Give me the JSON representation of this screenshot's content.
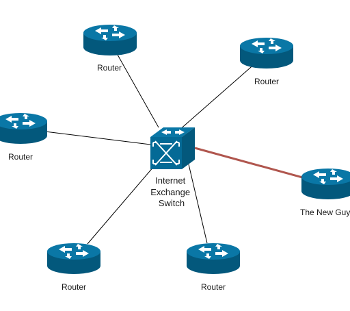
{
  "switch": {
    "label_lines": [
      "Internet",
      "Exchange",
      "Switch"
    ]
  },
  "routers": [
    {
      "label": "Router"
    },
    {
      "label": "Router"
    },
    {
      "label": "Router"
    },
    {
      "label": "The New Guy"
    },
    {
      "label": "Router"
    },
    {
      "label": "Router"
    }
  ],
  "colors": {
    "device": "#046a96",
    "device_side": "#035a80",
    "link": "#000000",
    "new_link": "#b0564e"
  }
}
